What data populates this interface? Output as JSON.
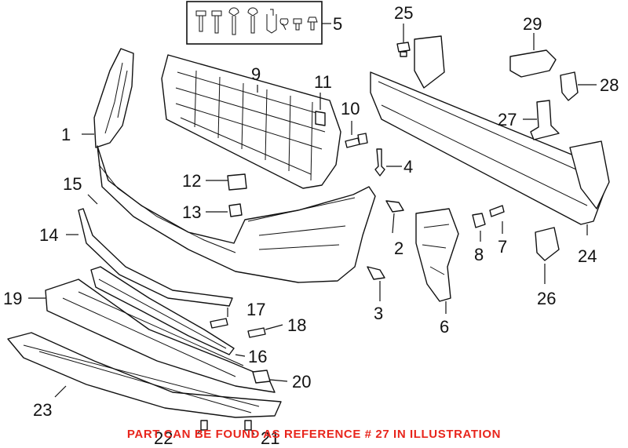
{
  "callouts": {
    "c1": "1",
    "c2": "2",
    "c3": "3",
    "c4": "4",
    "c5": "5",
    "c6": "6",
    "c7": "7",
    "c8": "8",
    "c9": "9",
    "c10": "10",
    "c11": "11",
    "c12": "12",
    "c13": "13",
    "c14": "14",
    "c15": "15",
    "c16": "16",
    "c17": "17",
    "c18": "18",
    "c19": "19",
    "c20": "20",
    "c21": "21",
    "c22": "22",
    "c23": "23",
    "c24": "24",
    "c25": "25",
    "c26": "26",
    "c27": "27",
    "c28": "28",
    "c29": "29"
  },
  "notice": "PART CAN BE FOUND AS REFERENCE # 27 IN ILLUSTRATION",
  "colors": {
    "line": "#111111",
    "notice": "#e8251c",
    "background": "#ffffff"
  }
}
